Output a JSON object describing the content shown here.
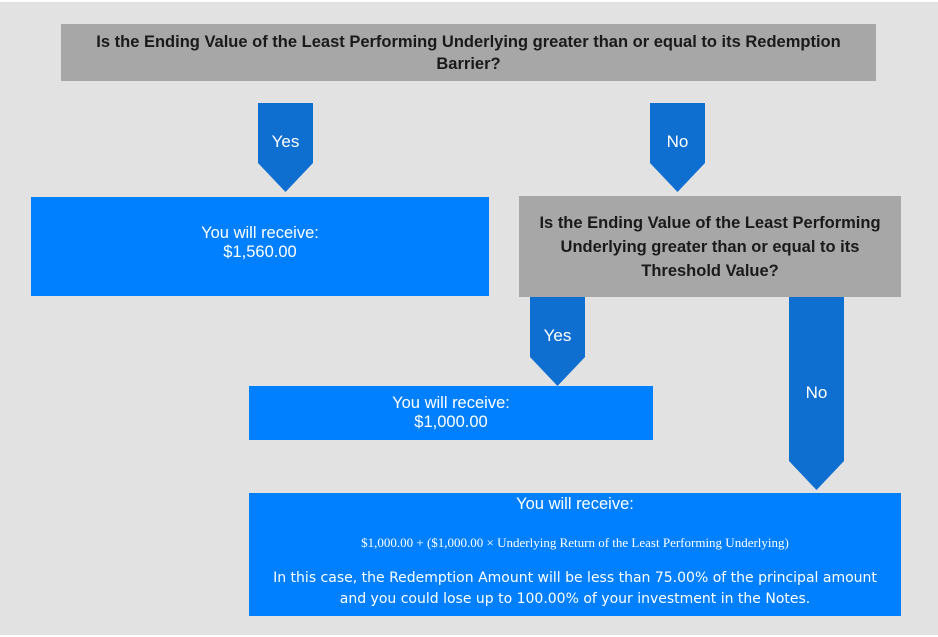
{
  "colors": {
    "background": "#e2e2e2",
    "question_box": "#a7a7a7",
    "result_box": "#0080ff",
    "arrow": "#0e6fd1",
    "text_dark": "#1a1a1a",
    "text_light": "#ffffff"
  },
  "question1": {
    "line1": "Is the Ending Value of the Least Performing Underlying greater than or equal to its Redemption",
    "line2": "Barrier?"
  },
  "arrows": {
    "q1_yes": "Yes",
    "q1_no": "No",
    "q2_yes": "Yes",
    "q2_no": "No"
  },
  "result1": {
    "line1": "You will receive:",
    "line2": "$1,560.00"
  },
  "question2": {
    "line1": "Is the Ending Value of the Least Performing",
    "line2": "Underlying greater than or equal to its",
    "line3": "Threshold Value?"
  },
  "result2": {
    "line1": "You will receive:",
    "line2": "$1,000.00"
  },
  "result3": {
    "heading": "You will receive:",
    "formula": "$1,000.00 + ($1,000.00 × Underlying Return of the Least Performing Underlying)",
    "note_line1": "In this case, the Redemption Amount will be less than 75.00% of the principal amount",
    "note_line2": "and you could lose up to 100.00% of your investment in the Notes."
  }
}
